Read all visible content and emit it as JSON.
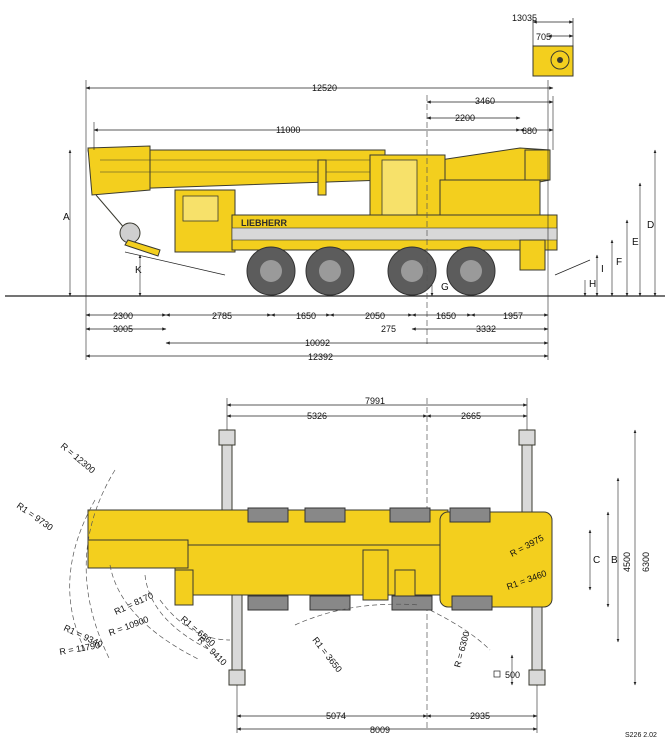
{
  "colors": {
    "crane_yellow": "#f3cf1e",
    "crane_outline": "#3a3a30",
    "tire": "#5c5c5c",
    "dim_line": "#222222",
    "hidden_line": "#555555"
  },
  "logo_text": "LIEBHERR",
  "drawing_code": "S226 2.02",
  "side_view": {
    "dims": {
      "cab_width": "13035",
      "cab_offset": "705",
      "overall_top": "12520",
      "rear_3460": "3460",
      "rear_2200": "2200",
      "rear_680": "680",
      "boom_length": "11000",
      "front_2300": "2300",
      "front_3005": "3005",
      "axle_2785": "2785",
      "axle_1650a": "1650",
      "axle_2050": "2050",
      "axle_275": "275",
      "axle_1650b": "1650",
      "rear_1957": "1957",
      "rear_3332": "3332",
      "wheelbase_total": "10092",
      "overall_bottom": "12392"
    },
    "letters": [
      "A",
      "K",
      "G",
      "H",
      "I",
      "F",
      "E",
      "D"
    ]
  },
  "top_view": {
    "dims": {
      "top_total": "7991",
      "top_front": "5326",
      "top_rear": "2665",
      "bottom_front": "5074",
      "bottom_rear": "2935",
      "bottom_total": "8009",
      "side_4500": "4500",
      "side_6300": "6300",
      "pad_500": "500"
    },
    "letters": [
      "B",
      "C"
    ],
    "radii": {
      "r_12300": "R = 12300",
      "r1_9730": "R1 = 9730",
      "r1_8170": "R1 = 8170",
      "r_10900": "R = 10900",
      "r1_9340": "R1 = 9340",
      "r_11790": "R = 11790",
      "r1_6560": "R1 = 6560",
      "r_9410": "R = 9410",
      "r1_3650": "R1 = 3650",
      "r_6300": "R = 6300",
      "r_3975": "R = 3975",
      "r1_3460": "R1 = 3460"
    }
  }
}
